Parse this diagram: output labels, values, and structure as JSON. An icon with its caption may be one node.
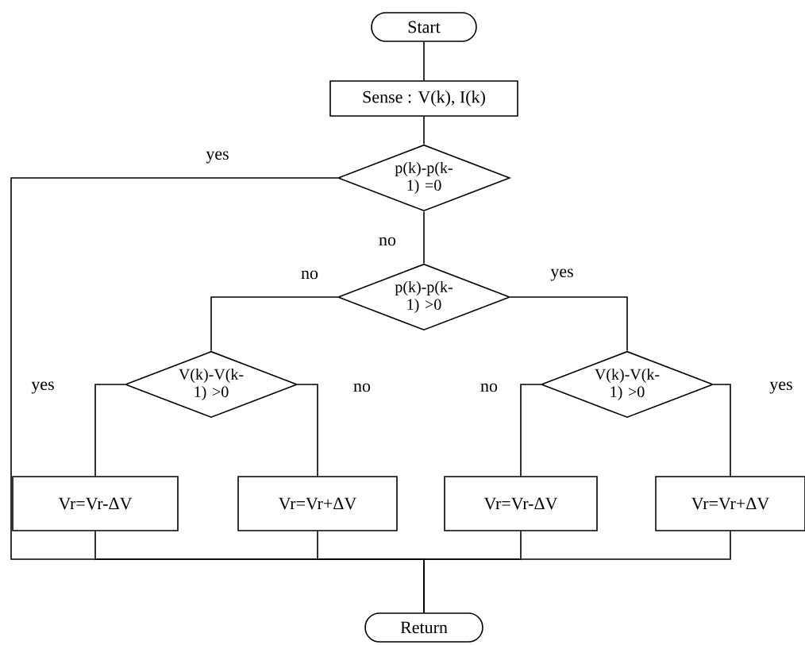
{
  "diagram": {
    "nodes": [
      {
        "text": [
          "Start"
        ]
      },
      {
        "text": [
          "Sense : V(k), I(k)"
        ]
      },
      {
        "text": [
          "p(k)-p(k-1) =0"
        ]
      },
      {
        "text": [
          "p(k)-p(k-1) >0"
        ]
      },
      {
        "text": [
          "V(k)-V(k-1) >0"
        ]
      },
      {
        "text": [
          "V(k)-V(k-1) >0"
        ]
      },
      {
        "text": [
          "Vr=Vr-ΔV"
        ]
      },
      {
        "text": [
          "Vr=Vr+ΔV"
        ]
      },
      {
        "text": [
          "Vr=Vr-ΔV"
        ]
      },
      {
        "text": [
          "Vr=Vr+ΔV"
        ]
      },
      {
        "text": [
          "Return"
        ]
      }
    ],
    "edges": [
      {
        "from": 0,
        "to": 1,
        "arrow": "none"
      },
      {
        "from": 1,
        "to": 2,
        "arrow": "none"
      },
      {
        "from": 2,
        "to": 10,
        "arrow": "none",
        "label": "yes"
      },
      {
        "from": 2,
        "to": 3,
        "arrow": "none",
        "label": "no"
      },
      {
        "from": 3,
        "to": 4,
        "arrow": "none",
        "label": "no"
      },
      {
        "from": 3,
        "to": 5,
        "arrow": "none",
        "label": "yes"
      },
      {
        "from": 4,
        "to": 6,
        "arrow": "none",
        "label": "yes"
      },
      {
        "from": 4,
        "to": 7,
        "arrow": "none",
        "label": "no"
      },
      {
        "from": 5,
        "to": 8,
        "arrow": "none",
        "label": "no"
      },
      {
        "from": 5,
        "to": 9,
        "arrow": "none",
        "label": "yes"
      },
      {
        "from": 6,
        "to": 10,
        "arrow": "none"
      },
      {
        "from": 7,
        "to": 10,
        "arrow": "none"
      },
      {
        "from": 8,
        "to": 10,
        "arrow": "none"
      },
      {
        "from": 9,
        "to": 10,
        "arrow": "none"
      }
    ]
  }
}
